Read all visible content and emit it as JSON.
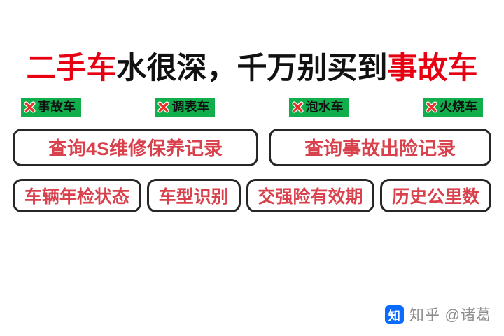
{
  "title": {
    "part1": "二手车",
    "part2": "水很深，千万别买到",
    "part3": "事故车"
  },
  "badges": [
    {
      "label": "事故车"
    },
    {
      "label": "调表车"
    },
    {
      "label": "泡水车"
    },
    {
      "label": "火烧车"
    }
  ],
  "primary_buttons": [
    {
      "label": "查询4S维修保养记录"
    },
    {
      "label": "查询事故出险记录"
    }
  ],
  "secondary_buttons": [
    {
      "label": "车辆年检状态"
    },
    {
      "label": "车型识别"
    },
    {
      "label": "交强险有效期"
    },
    {
      "label": "历史公里数"
    }
  ],
  "watermark": {
    "logo_char": "知",
    "text": "知乎 @诸葛"
  },
  "colors": {
    "accent_red": "#e60012",
    "button_red": "#d9414d",
    "badge_green": "#10af4c",
    "border_dark": "#262626",
    "zhihu_blue": "#0a6cff",
    "watermark_gray": "#8d8d8d"
  }
}
